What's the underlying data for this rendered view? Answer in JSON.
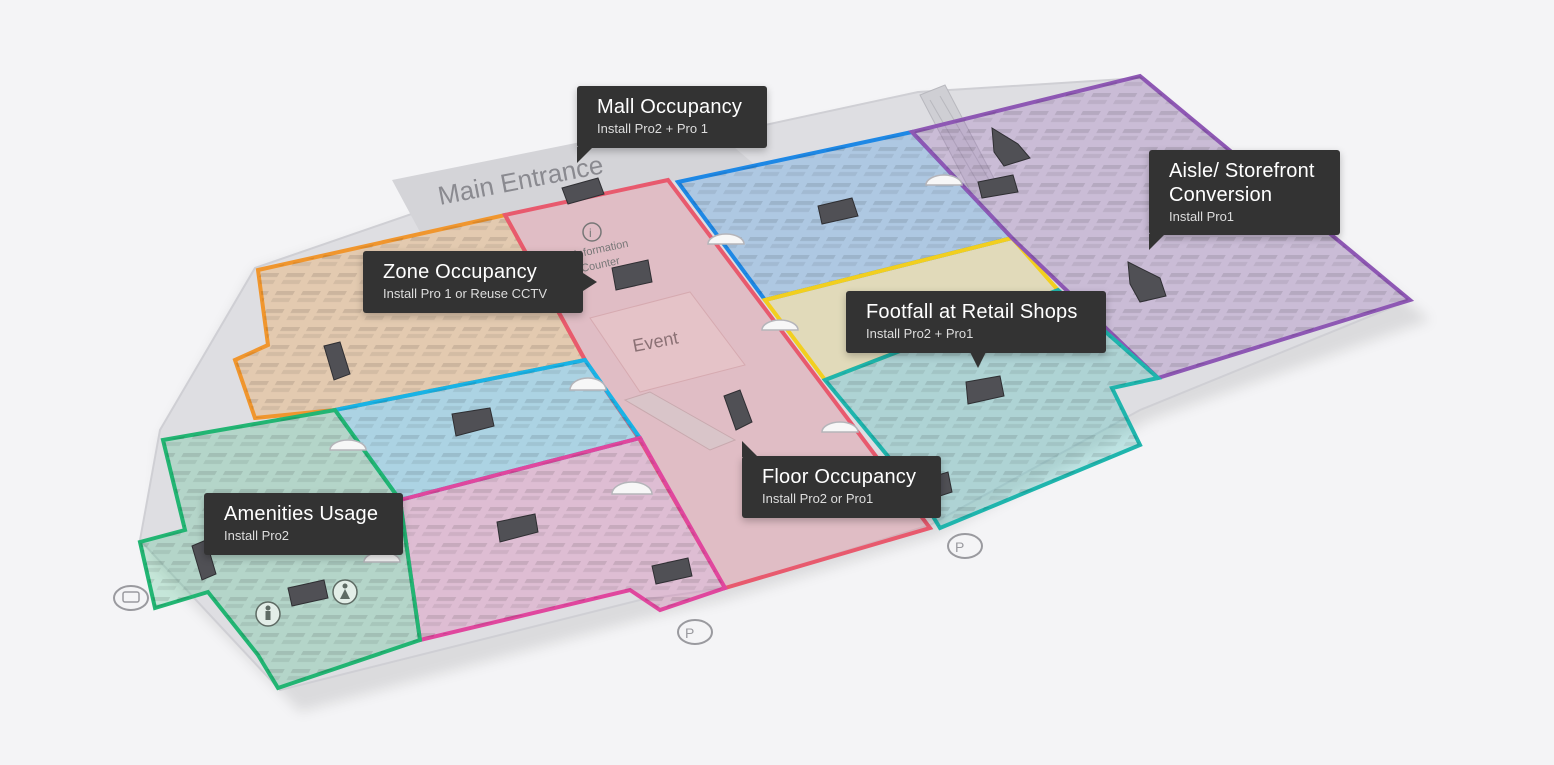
{
  "map": {
    "entrance_label": "Main Entrance",
    "info_counter_line1": "Information",
    "info_counter_line2": "Counter",
    "event_label": "Event",
    "colors": {
      "background": "#f4f4f6",
      "zone_orange": "#f0962e",
      "zone_pink_red": "#e85a6e",
      "zone_blue": "#1e88e5",
      "zone_cyan": "#19b3e6",
      "zone_yellow": "#f2cf1f",
      "zone_purple": "#8e58b4",
      "zone_teal": "#1fb5ad",
      "zone_green": "#22b573",
      "zone_magenta": "#e0479e",
      "callout_bg": "#333333"
    },
    "icons": [
      "parking-icon",
      "parking-icon",
      "parking-icon",
      "train-icon",
      "info-icon",
      "restroom-male-icon",
      "restroom-female-icon",
      "escalator-icon"
    ]
  },
  "callouts": [
    {
      "id": "mall-occupancy",
      "title": "Mall Occupancy",
      "subtitle": "Install Pro2 + Pro 1"
    },
    {
      "id": "zone-occupancy",
      "title": "Zone Occupancy",
      "subtitle": "Install Pro 1 or Reuse CCTV"
    },
    {
      "id": "aisle-storefront",
      "title": "Aisle/ Storefront Conversion",
      "subtitle": "Install Pro1"
    },
    {
      "id": "footfall-retail",
      "title": "Footfall at Retail Shops",
      "subtitle": "Install Pro2 + Pro1"
    },
    {
      "id": "floor-occupancy",
      "title": "Floor Occupancy",
      "subtitle": "Install Pro2 or Pro1"
    },
    {
      "id": "amenities-usage",
      "title": "Amenities Usage",
      "subtitle": "Install Pro2"
    }
  ]
}
